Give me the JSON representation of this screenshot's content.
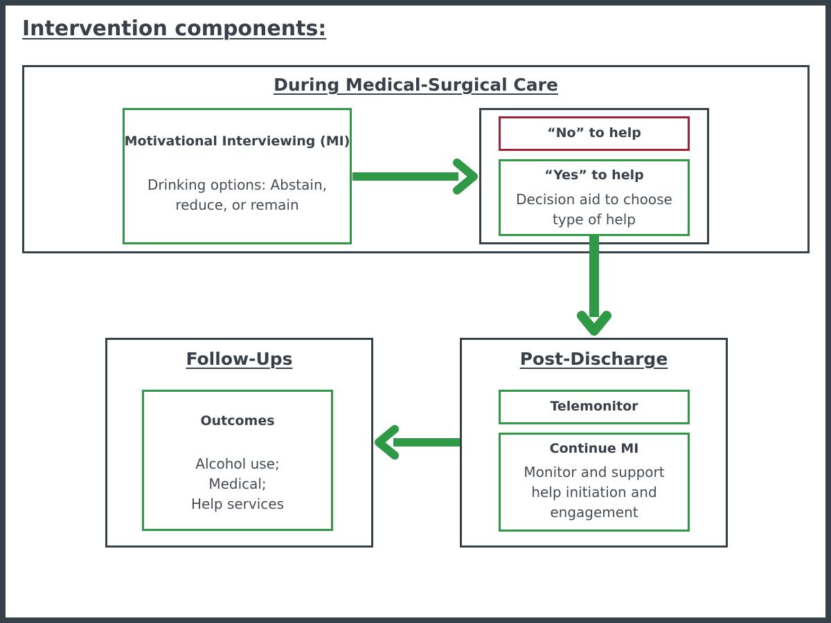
{
  "title": "Intervention components:",
  "during": {
    "title": "During Medical-Surgical Care",
    "mi": {
      "title": "Motivational Interviewing (MI)",
      "text_lines": [
        "Drinking options: Abstain,",
        "reduce, or remain"
      ]
    },
    "no_help": {
      "title": "“No” to help"
    },
    "yes_help": {
      "title": "“Yes” to help",
      "text_lines": [
        "Decision aid to choose",
        "type of help"
      ]
    }
  },
  "post_discharge": {
    "title": "Post-Discharge",
    "telemonitor": {
      "title": "Telemonitor"
    },
    "continue_mi": {
      "title": "Continue MI",
      "text_lines": [
        "Monitor and support",
        "help initiation and",
        "engagement"
      ]
    }
  },
  "follow_ups": {
    "title": "Follow-Ups",
    "outcomes": {
      "title": "Outcomes",
      "text_lines": [
        "Alcohol use;",
        "Medical;",
        "Help services"
      ]
    }
  },
  "colors": {
    "frame": "#364049",
    "green": "#2f9a45",
    "red": "#a32035",
    "text": "#3a4049"
  }
}
